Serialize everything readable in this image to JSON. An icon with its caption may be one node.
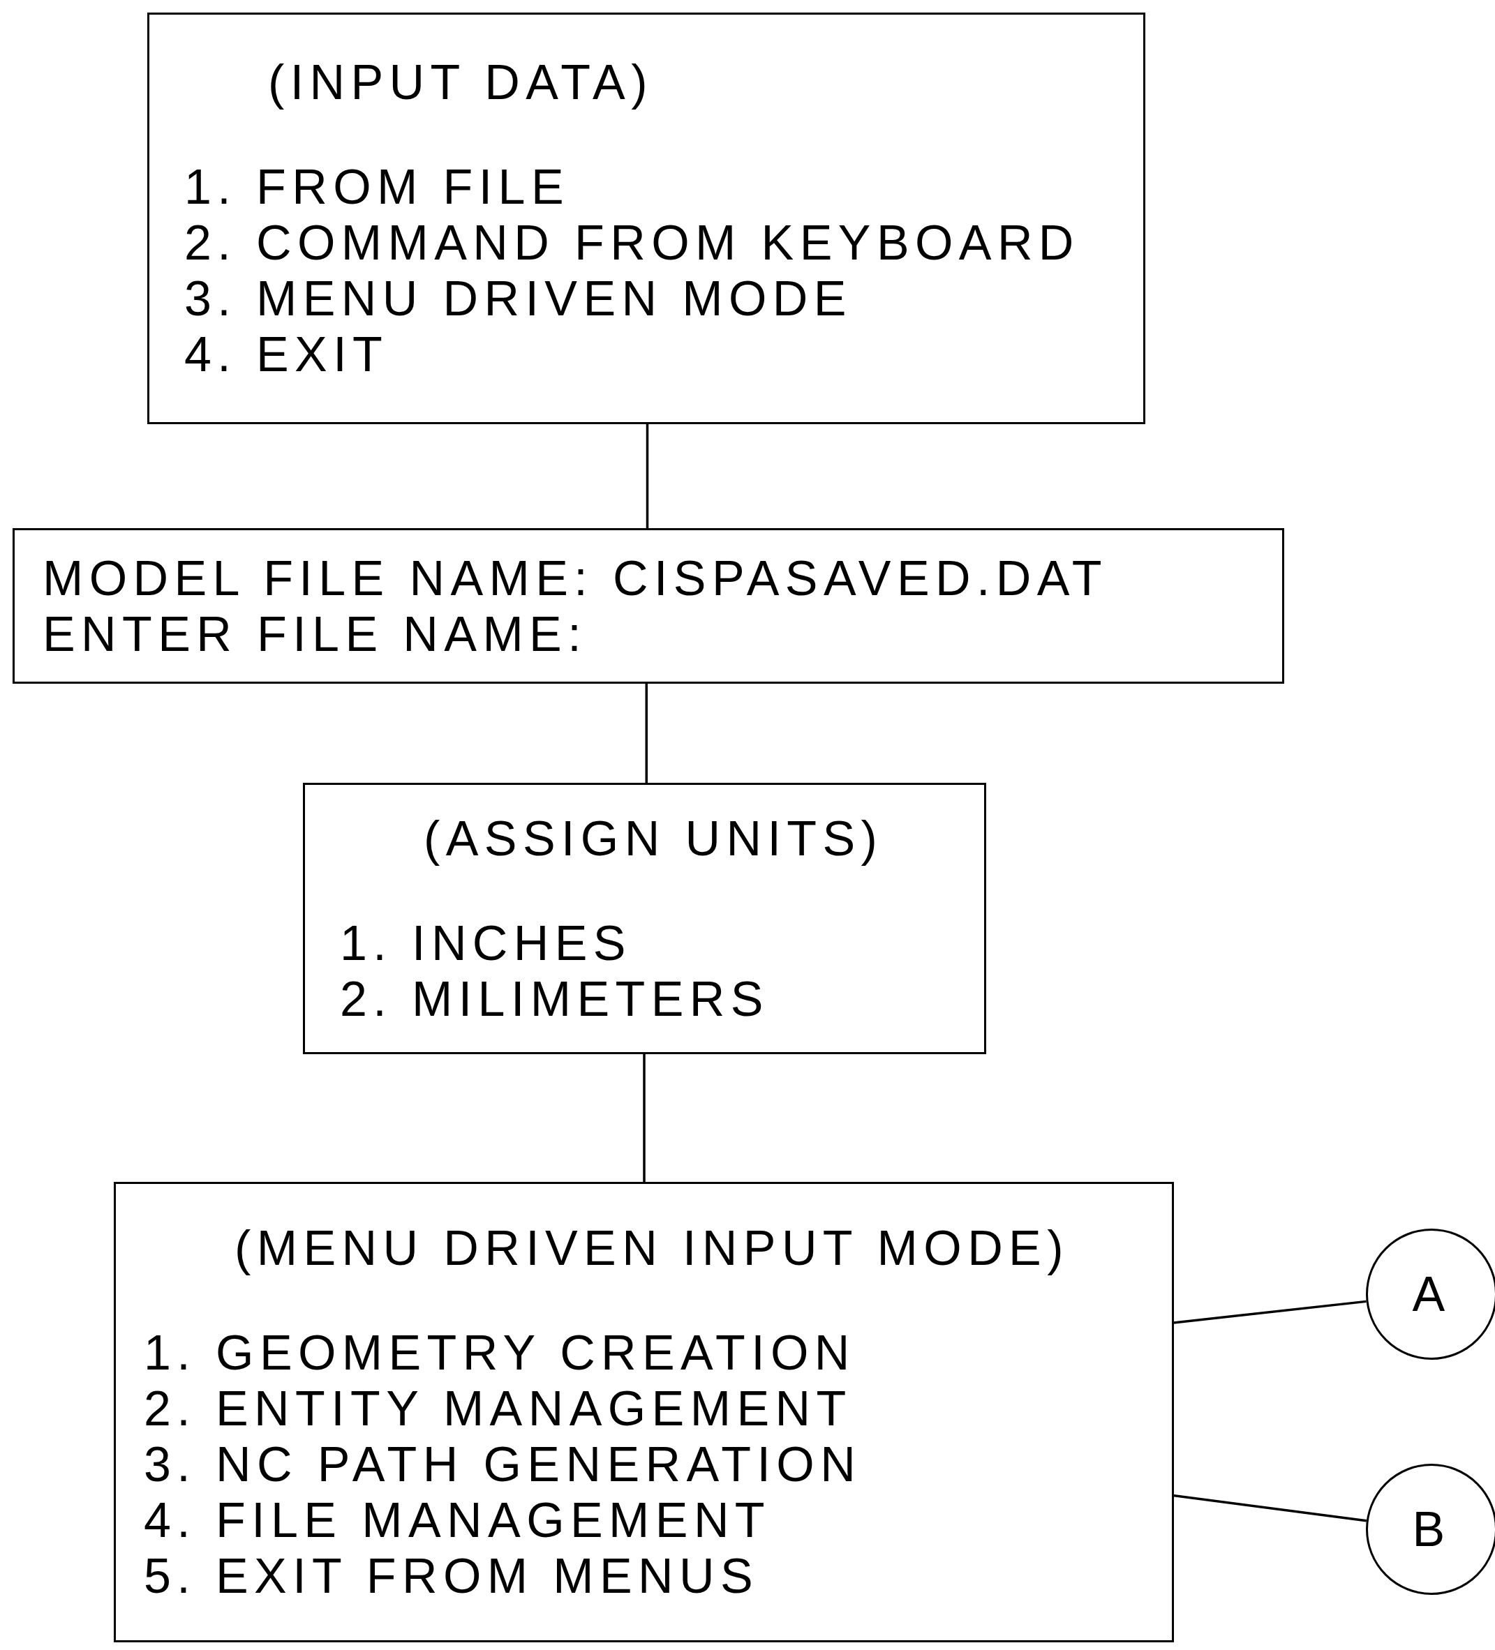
{
  "diagram": {
    "nodes": [
      {
        "text": [
          "(INPUT DATA)",
          "1. FROM FILE",
          "2. COMMAND FROM KEYBOARD",
          "3. MENU DRIVEN MODE",
          "4. EXIT"
        ]
      },
      {
        "text": [
          "MODEL FILE NAME: CISPASAVED.DAT",
          "ENTER FILE NAME:"
        ]
      },
      {
        "text": [
          "(ASSIGN UNITS)",
          "1. INCHES",
          "2. MILIMETERS"
        ]
      },
      {
        "text": [
          "(MENU DRIVEN INPUT MODE)",
          "1. GEOMETRY CREATION",
          "2. ENTITY MANAGEMENT",
          "3. NC PATH GENERATION",
          "4. FILE MANAGEMENT",
          "5. EXIT FROM MENUS"
        ]
      },
      {
        "text": [
          "A"
        ]
      },
      {
        "text": [
          "B"
        ]
      }
    ],
    "edges": [
      {
        "from": 0,
        "to": 1,
        "arrow": "none"
      },
      {
        "from": 1,
        "to": 2,
        "arrow": "none"
      },
      {
        "from": 2,
        "to": 3,
        "arrow": "none"
      },
      {
        "from": 3,
        "to": 4,
        "arrow": "none"
      },
      {
        "from": 3,
        "to": 5,
        "arrow": "none"
      }
    ]
  }
}
